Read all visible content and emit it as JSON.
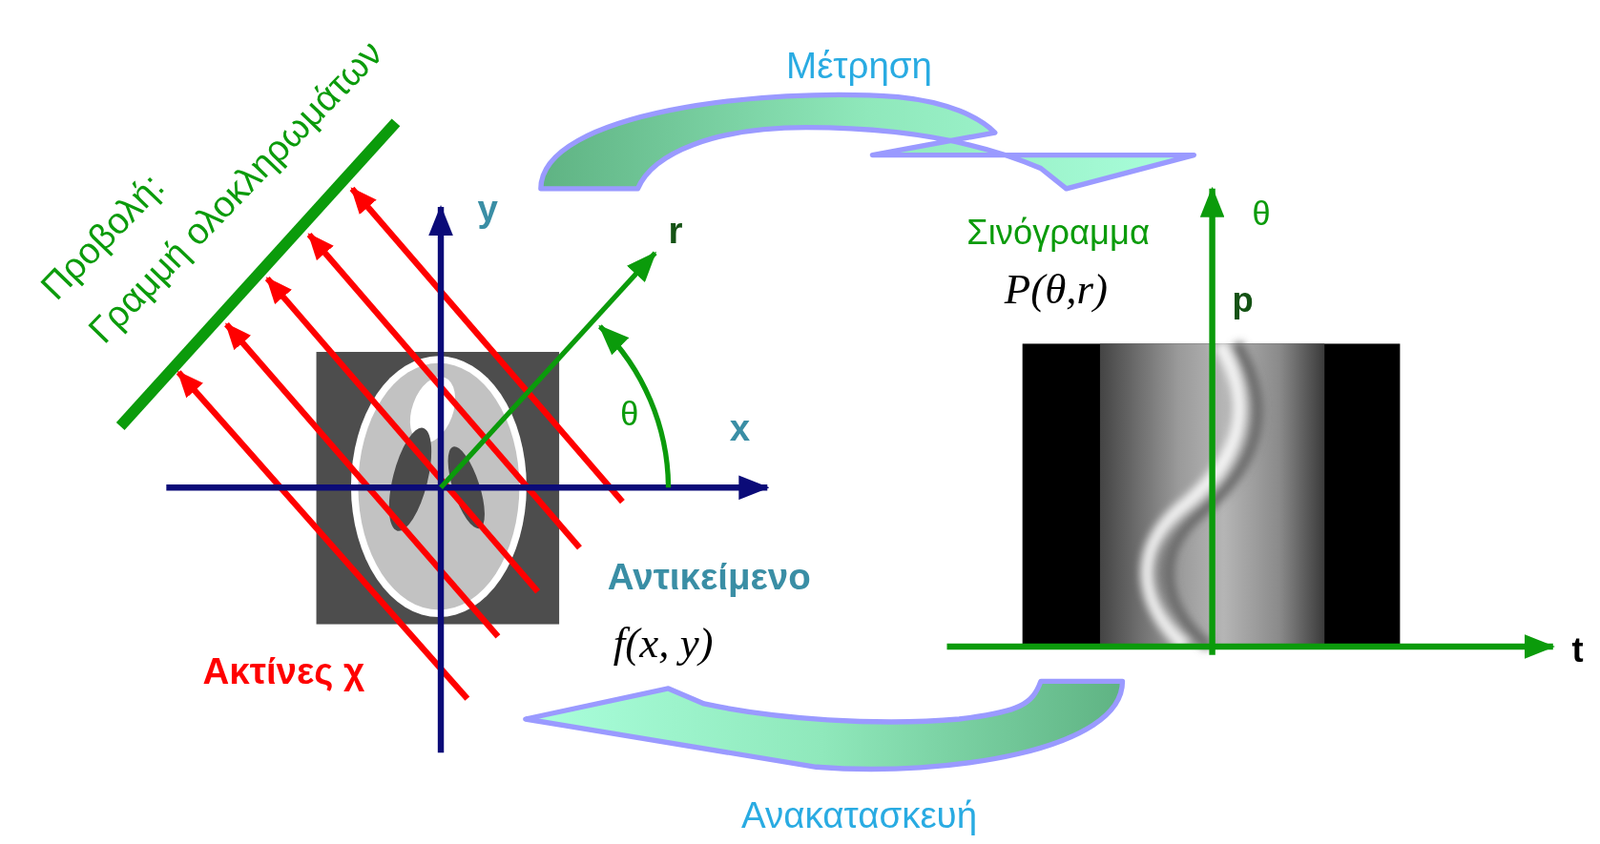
{
  "diagram": {
    "labels": [
      "Μέτρηση",
      "Προβολή:",
      "Γραμμή ολοκληρωμάτων",
      "y",
      "r",
      "θ",
      "x",
      "Ακτίνες χ",
      "Αντικείμενο",
      "f(x, y)",
      "Σινόγραμμα",
      "P(θ,r)",
      "θ",
      "p",
      "t",
      "Ανακατασκευή"
    ]
  }
}
